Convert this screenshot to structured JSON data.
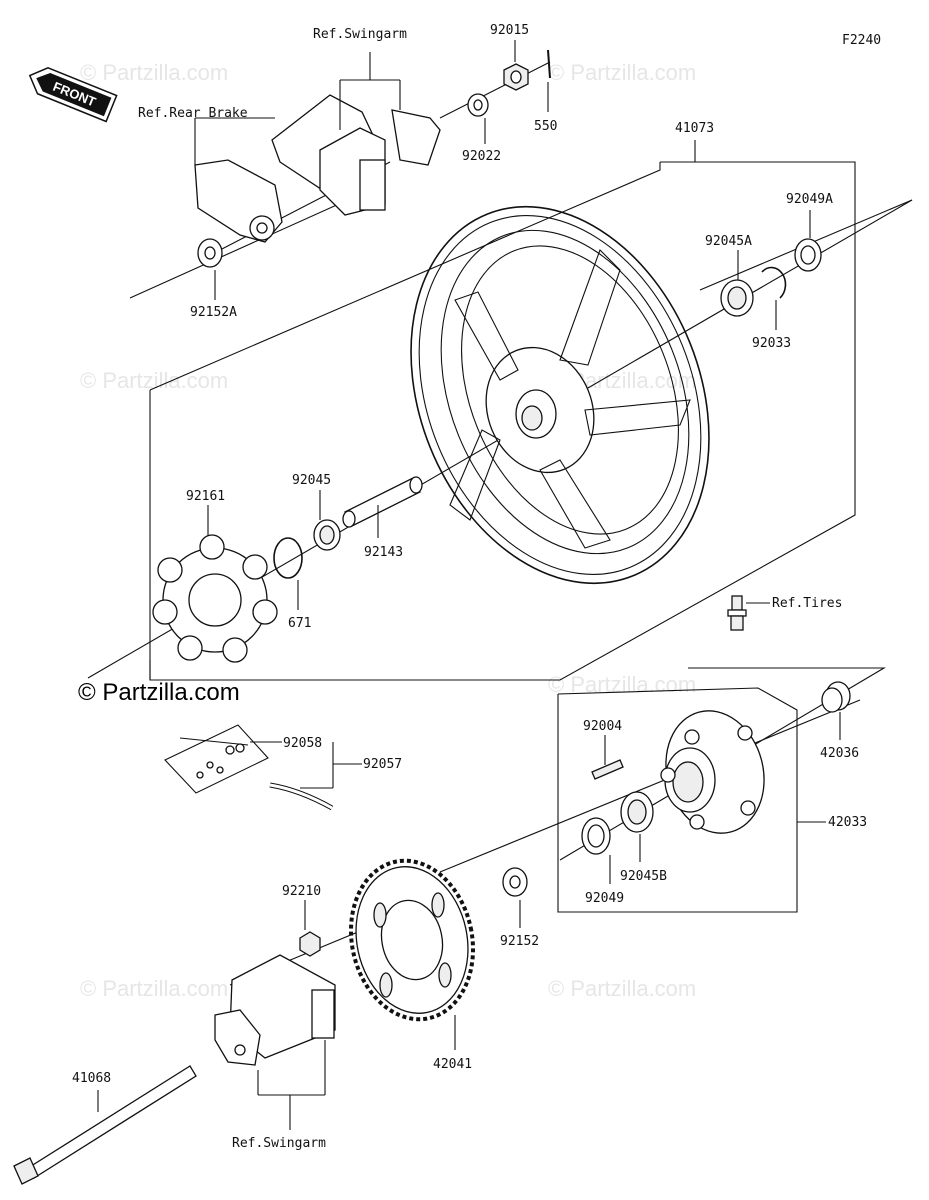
{
  "diagram_code": "F2240",
  "front_label": "FRONT",
  "copyright": "© Partzilla.com",
  "watermark": "© Partzilla.com",
  "part_labels": {
    "ref_swingarm_top": "Ref.Swingarm",
    "ref_rear_brake": "Ref.Rear Brake",
    "p92015": "92015",
    "p550": "550",
    "p92022": "92022",
    "p41073": "41073",
    "p92049A": "92049A",
    "p92045A": "92045A",
    "p92033": "92033",
    "p92152A": "92152A",
    "p92161": "92161",
    "p92045": "92045",
    "p92143": "92143",
    "p671": "671",
    "ref_tires": "Ref.Tires",
    "p92058": "92058",
    "p92057": "92057",
    "p92004": "92004",
    "p42036": "42036",
    "p42033": "42033",
    "p92045B": "92045B",
    "p92049": "92049",
    "p92210": "92210",
    "p92152": "92152",
    "p42041": "42041",
    "p41068": "41068",
    "ref_swingarm_bottom": "Ref.Swingarm"
  }
}
